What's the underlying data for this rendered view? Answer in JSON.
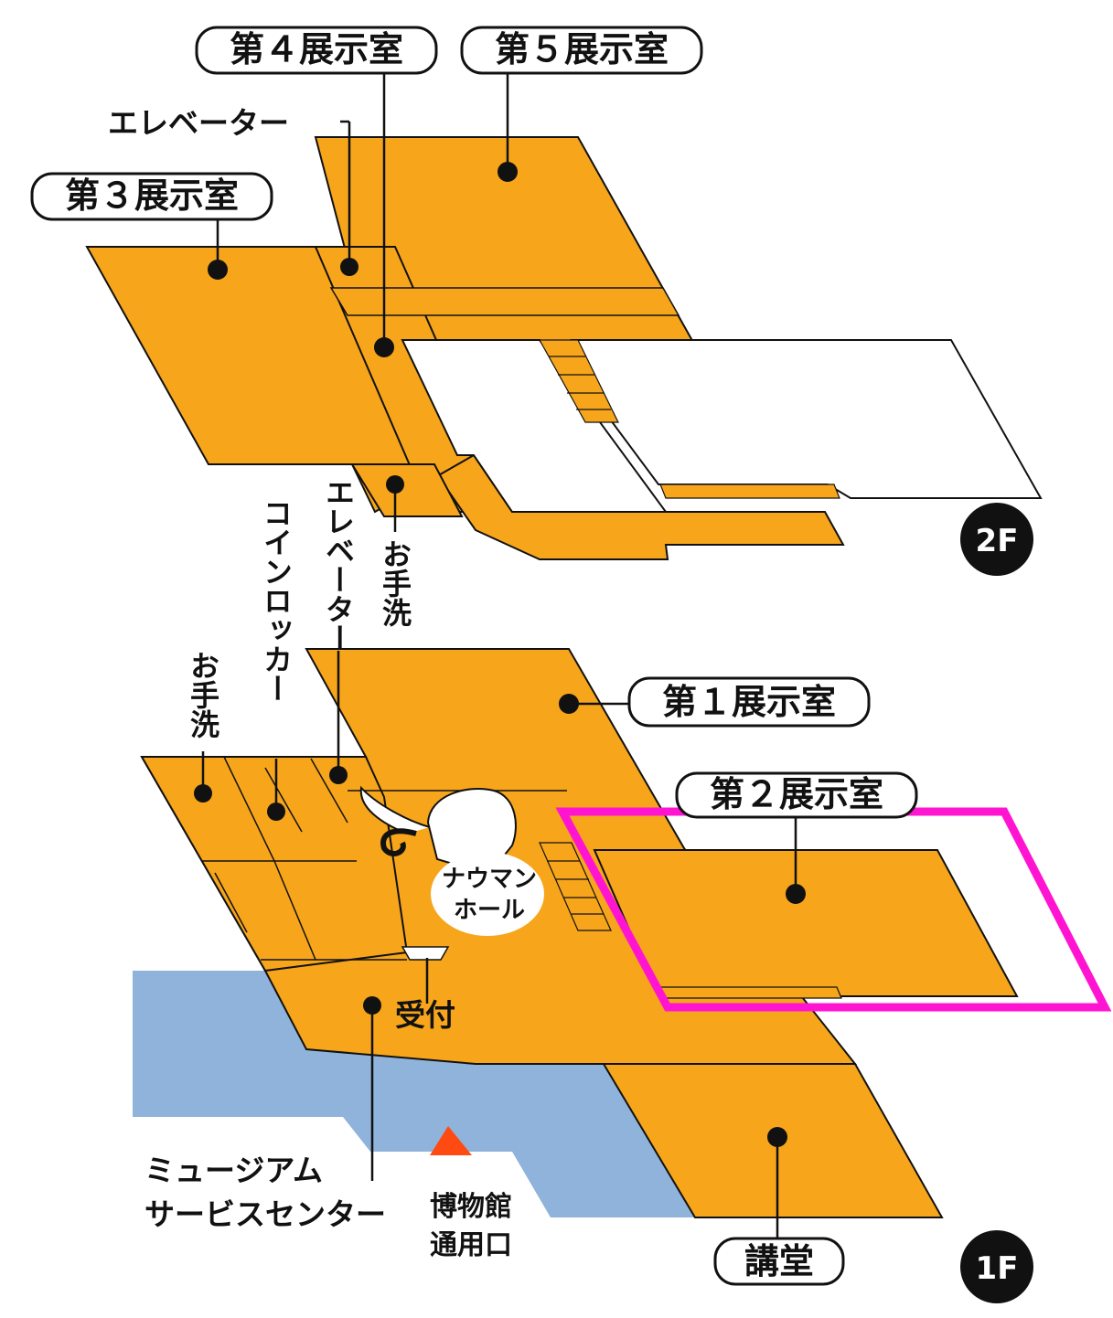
{
  "colors": {
    "floor": "#F7A51B",
    "water": "#8FB3DA",
    "highlight": "#FF14D2",
    "outline": "#111111",
    "entrance_marker": "#FF4A12"
  },
  "floors": {
    "second": {
      "badge": "2F",
      "rooms": {
        "exhibit_3": "第３展示室",
        "exhibit_4": "第４展示室",
        "exhibit_5": "第５展示室"
      },
      "elevator": "エレベーター",
      "toilet": "お手洗"
    },
    "first": {
      "badge": "1F",
      "rooms": {
        "exhibit_1": "第１展示室",
        "exhibit_2": "第２展示室",
        "auditorium": "講堂"
      },
      "elevator": "エレベーター",
      "coin_locker": "コインロッカー",
      "toilet": "お手洗",
      "naumann_hall": [
        "ナウマン",
        "ホール"
      ],
      "reception": "受付",
      "service_center": [
        "ミュージアム",
        "サービスセンター"
      ],
      "staff_entrance": [
        "博物館",
        "通用口"
      ]
    }
  },
  "highlighted_room": "exhibit_2"
}
